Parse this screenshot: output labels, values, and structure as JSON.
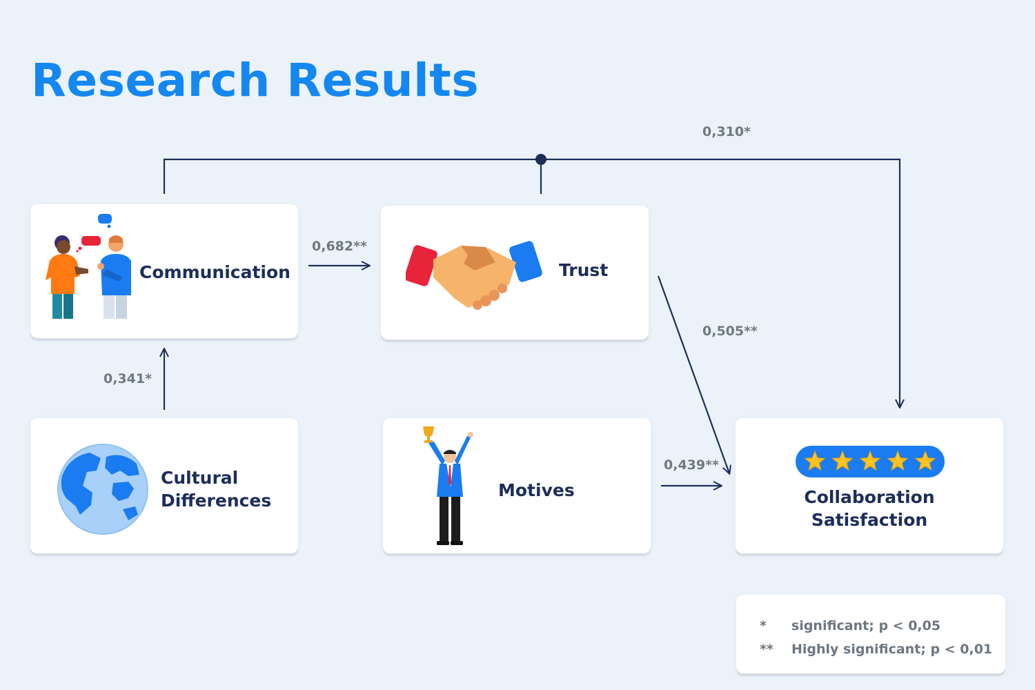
{
  "title": "Research Results",
  "nodes": {
    "communication": "Communication",
    "trust": "Trust",
    "cultural_line1": "Cultural",
    "cultural_line2": "Differences",
    "motives": "Motives",
    "satisfaction_line1": "Collaboration",
    "satisfaction_line2": "Satisfaction"
  },
  "edges": {
    "communication_to_trust": "0,682**",
    "cultural_to_communication": "0,341*",
    "trust_to_satisfaction": "0,505**",
    "motives_to_satisfaction": "0,439**",
    "combined_to_satisfaction": "0,310*"
  },
  "rating": {
    "stars": 5
  },
  "legend": {
    "items": [
      {
        "symbol": "*",
        "text": "significant; p < 0,05"
      },
      {
        "symbol": "**",
        "text": "Highly significant; p < 0,01"
      }
    ]
  },
  "colors": {
    "title": "#1487f0",
    "node_text": "#1d2d5a",
    "coefficient_text": "#707880",
    "connector": "#1d2d5a",
    "star_badge": "#1a7cf0",
    "star": "#ffc21f"
  }
}
